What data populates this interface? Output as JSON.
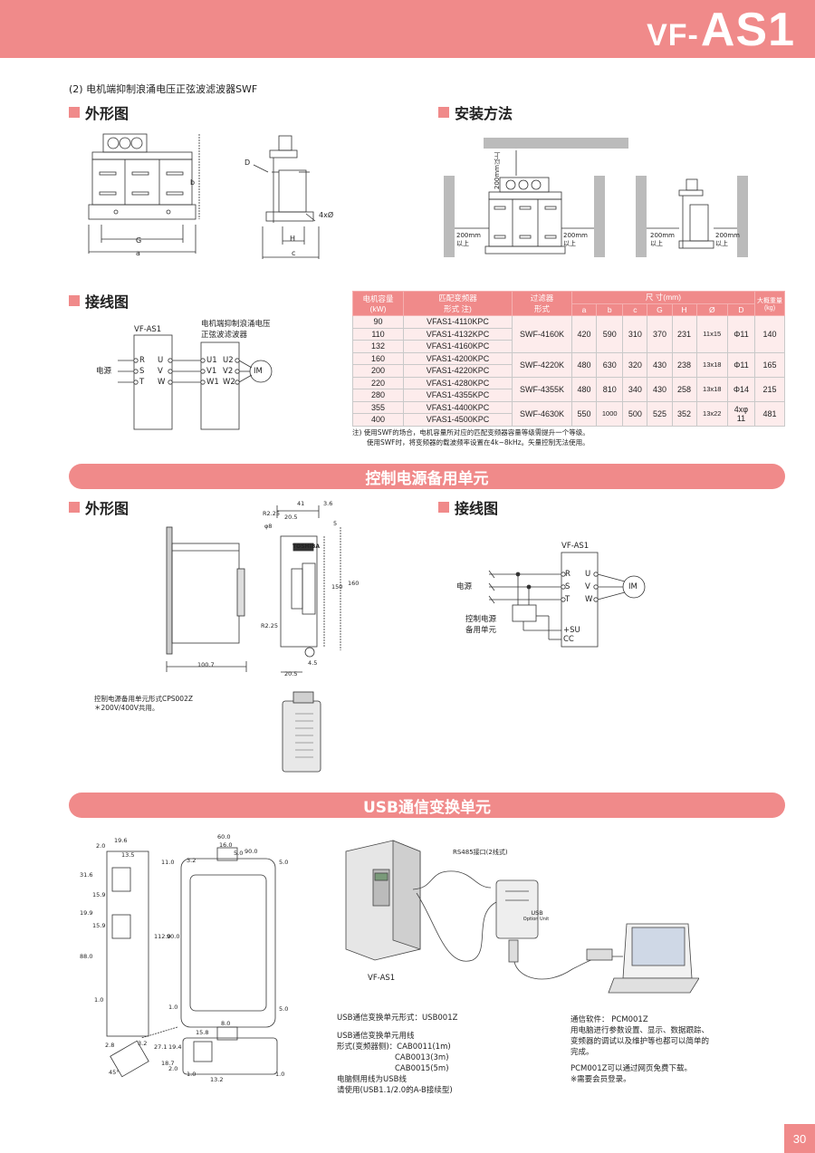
{
  "header": {
    "brand_prefix": "VF-",
    "brand_suffix": "AS1"
  },
  "page_number": "30",
  "swf": {
    "subtitle": "(2)  电机端抑制浪涌电压正弦波滤波器SWF",
    "outline_heading": "外形图",
    "install_heading": "安装方法",
    "wiring_heading": "接线图",
    "outline_labels": {
      "D": "D",
      "b": "b",
      "G": "G",
      "a": "a",
      "H": "H",
      "c": "c",
      "hole": "4xØ"
    },
    "install_labels": {
      "top_clear": "200mm",
      "top_clear2": "以上",
      "left_clear": "200mm",
      "left_clear2": "以上",
      "right_clear": "200mm",
      "right_clear2": "以上",
      "side_l": "200mm",
      "side_l2": "以上",
      "side_r": "200mm",
      "side_r2": "以上"
    },
    "wiring": {
      "inverter": "VF-AS1",
      "filter_line1": "电机端抑制浪涌电压",
      "filter_line2": "正弦波滤波器",
      "source": "电源",
      "in_terms": [
        "R",
        "S",
        "T"
      ],
      "out_terms": [
        "U",
        "V",
        "W"
      ],
      "f_in": [
        "U1",
        "V1",
        "W1"
      ],
      "f_out": [
        "U2",
        "V2",
        "W2"
      ],
      "motor": "IM"
    },
    "table": {
      "h_cap": "电机容量",
      "h_cap_unit": "(kW)",
      "h_model": "匹配变频器",
      "h_model2": "形式  注)",
      "h_filter": "过滤器",
      "h_filter2": "形式",
      "h_dim": "尺    寸(mm)",
      "h_wt": "大概重量",
      "h_wt2": "(kg)",
      "dim_cols": [
        "a",
        "b",
        "c",
        "G",
        "H",
        "Ø",
        "D"
      ],
      "rows": [
        {
          "kw": "90",
          "model": "VFAS1-4110KPC"
        },
        {
          "kw": "110",
          "model": "VFAS1-4132KPC"
        },
        {
          "kw": "132",
          "model": "VFAS1-4160KPC"
        },
        {
          "kw": "160",
          "model": "VFAS1-4200KPC"
        },
        {
          "kw": "200",
          "model": "VFAS1-4220KPC"
        },
        {
          "kw": "220",
          "model": "VFAS1-4280KPC"
        },
        {
          "kw": "280",
          "model": "VFAS1-4355KPC"
        },
        {
          "kw": "355",
          "model": "VFAS1-4400KPC"
        },
        {
          "kw": "400",
          "model": "VFAS1-4500KPC"
        }
      ],
      "groups": [
        {
          "filter": "SWF-4160K",
          "a": "420",
          "b": "590",
          "c": "310",
          "G": "370",
          "H": "231",
          "phi": "11x15",
          "D": "Φ11",
          "wt": "140"
        },
        {
          "filter": "SWF-4220K",
          "a": "480",
          "b": "630",
          "c": "320",
          "G": "430",
          "H": "238",
          "phi": "13x18",
          "D": "Φ11",
          "wt": "165"
        },
        {
          "filter": "SWF-4355K",
          "a": "480",
          "b": "810",
          "c": "340",
          "G": "430",
          "H": "258",
          "phi": "13x18",
          "D": "Φ14",
          "wt": "215"
        },
        {
          "filter": "SWF-4630K",
          "a": "550",
          "b": "1000",
          "c": "500",
          "G": "525",
          "H": "352",
          "phi": "13x22",
          "D": "4xφ",
          "D2": "11",
          "wt": "481"
        }
      ],
      "note1": "注)  使用SWF的场合，电机容量所对应的匹配变频器容量等级需提升一个等级。",
      "note2": "使用SWF时，将变频器的载波频率设置在4k~8kHz。矢量控制无法使用。"
    }
  },
  "cps": {
    "banner": "控制电源备用单元",
    "outline_heading": "外形图",
    "wiring_heading": "接线图",
    "dims": {
      "d41": "41",
      "d36": "3.6",
      "d205": "20.5",
      "r225": "R2.25",
      "d8": "φ8",
      "d5": "5",
      "d160": "160",
      "d150": "150",
      "r225b": "R2.25",
      "d1007": "100.7",
      "d45": "4.5",
      "d205b": "20.5",
      "toshiba": "TOSHIBA"
    },
    "caption1": "控制电源备用单元形式CPS002Z",
    "caption2": "＊200V/400V共用。",
    "wiring": {
      "inverter": "VF-AS1",
      "source": "电源",
      "unit_l1": "控制电源",
      "unit_l2": "备用单元",
      "terms": [
        "R",
        "S",
        "T"
      ],
      "outs": [
        "U",
        "V",
        "W"
      ],
      "su": "+SU",
      "cc": "CC",
      "motor": "IM"
    }
  },
  "usb": {
    "banner": "USB通信变换单元",
    "dims": {
      "d196": "19.6",
      "d20": "2.0",
      "d135": "13.5",
      "d316": "31.6",
      "d159a": "15.9",
      "d199": "19.9",
      "d159b": "15.9",
      "d880": "88.0",
      "d10a": "1.0",
      "d600": "60.0",
      "d160": "16.0",
      "d32": "3.2",
      "d50a": "5.0",
      "d900": "90.0",
      "d110": "11.0",
      "d50b": "5.0",
      "d1120": "112.0",
      "d900v": "90.0",
      "d50c": "5.0",
      "d80": "8.0",
      "d10b": "1.0",
      "d28": "2.8",
      "d32b": "3.2",
      "d45": "45°",
      "d158": "15.8",
      "d27": "27.1",
      "d194": "19.4",
      "d187": "18.7",
      "d20b": "2.0",
      "d10c": "1.0",
      "d132": "13.2",
      "d10d": "1.0"
    },
    "photo": {
      "connector": "RS485接口(2线式)",
      "inverter": "VF-AS1",
      "unit_title": "USB",
      "unit_sub": "Option Unit"
    },
    "info": {
      "model": "USB通信变换单元形式：USB001Z",
      "cable_title": "USB通信变换单元用线",
      "cable_form": "形式(变频器侧)：CAB0011(1m)",
      "cable2": "CAB0013(3m)",
      "cable3": "CAB0015(5m)",
      "pc_cable": "电脑侧用线为USB线",
      "pc_cable2": "请使用(USB1.1/2.0的A-B接续型)"
    },
    "software": {
      "title": "通信软件：  PCM001Z",
      "l1": "用电脑进行参数设置、显示、数据跟踪、",
      "l2": "变频器的调试以及维护等也都可以简单的",
      "l3": "完成。",
      "l4": "PCM001Z可以通过网页免费下载。",
      "l5": "※需要会员登录。"
    }
  },
  "colors": {
    "accent": "#f08a8a",
    "table_row": "#fdecec"
  }
}
